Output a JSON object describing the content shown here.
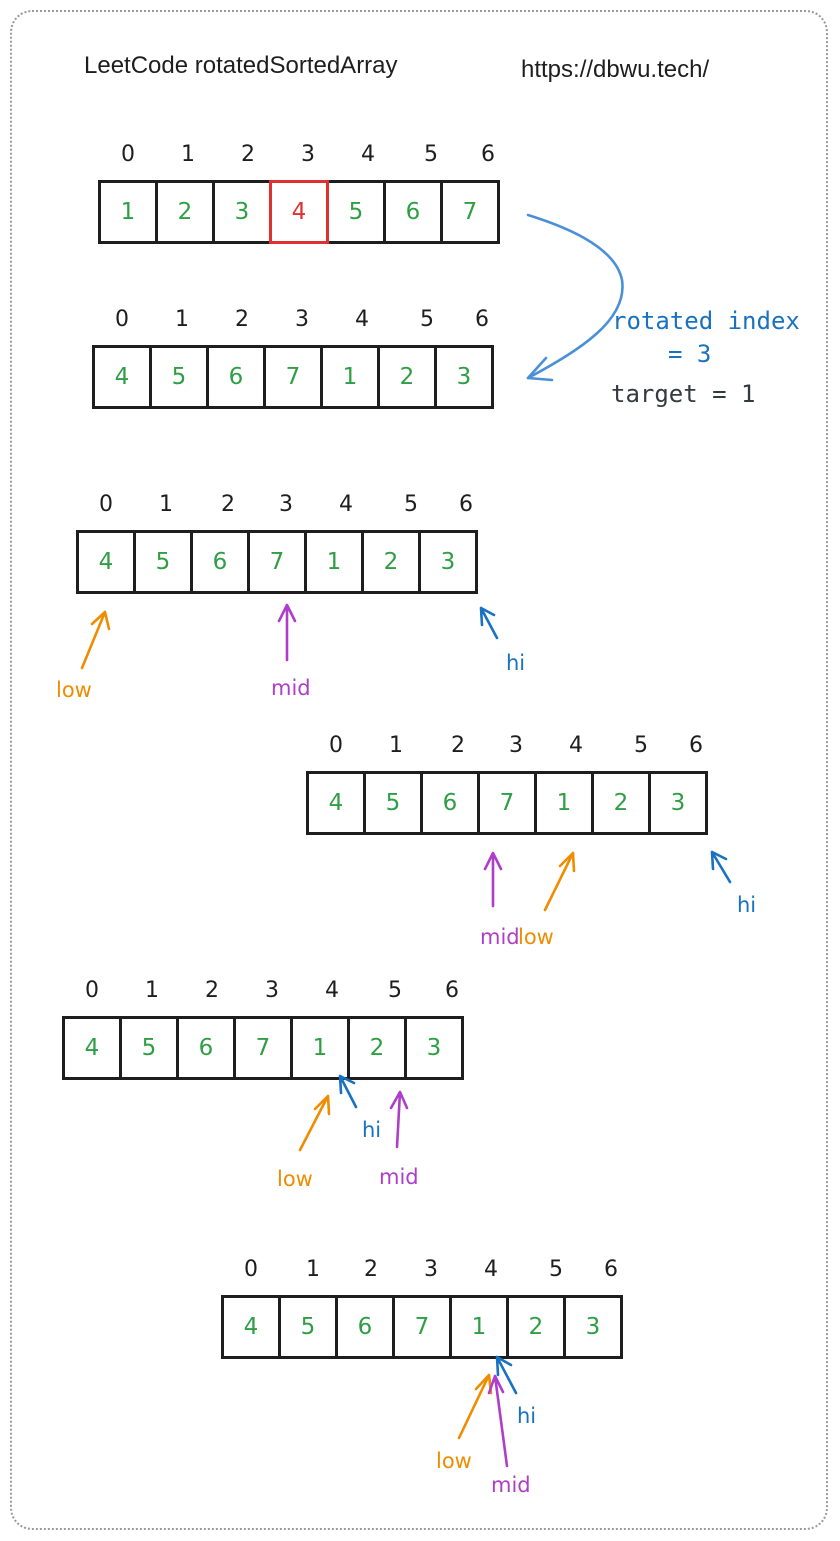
{
  "title": "LeetCode rotatedSortedArray",
  "url": "https://dbwu.tech/",
  "indices": [
    "0",
    "1",
    "2",
    "3",
    "4",
    "5",
    "6"
  ],
  "arrays": [
    {
      "values": [
        "1",
        "2",
        "3",
        "4",
        "5",
        "6",
        "7"
      ]
    },
    {
      "values": [
        "4",
        "5",
        "6",
        "7",
        "1",
        "2",
        "3"
      ]
    },
    {
      "values": [
        "4",
        "5",
        "6",
        "7",
        "1",
        "2",
        "3"
      ]
    },
    {
      "values": [
        "4",
        "5",
        "6",
        "7",
        "1",
        "2",
        "3"
      ]
    },
    {
      "values": [
        "4",
        "5",
        "6",
        "7",
        "1",
        "2",
        "3"
      ]
    },
    {
      "values": [
        "4",
        "5",
        "6",
        "7",
        "1",
        "2",
        "3"
      ]
    }
  ],
  "rotated_note": {
    "line1": "rotated index",
    "line2": "= 3"
  },
  "target_note": "target = 1",
  "pointers": {
    "low": "low",
    "mid": "mid",
    "hi": "hi"
  },
  "colors": {
    "value": "#2f9e44",
    "highlight": "#e03131",
    "low": "#f08c00",
    "mid": "#ae3ec9",
    "hi": "#1971c2",
    "ink": "#1e1e1e"
  }
}
